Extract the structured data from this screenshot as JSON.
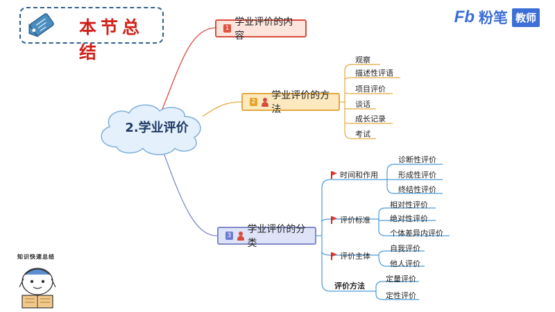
{
  "header": {
    "title": "本节总结",
    "brand_logo": "Fb",
    "brand_name": "粉笔",
    "brand_tag": "教师"
  },
  "mindmap": {
    "center": "2.学业评价",
    "branch1": {
      "number": "1",
      "label": "学业评价的内容"
    },
    "branch2": {
      "number": "2",
      "label": "学业评价的方法",
      "items": [
        "观察",
        "描述性评语",
        "项目评价",
        "谈话",
        "成长记录",
        "考试"
      ]
    },
    "branch3": {
      "number": "3",
      "label": "学业评价的分类",
      "groups": [
        {
          "label": "时间和作用",
          "items": [
            "诊断性评价",
            "形成性评价",
            "终结性评价"
          ]
        },
        {
          "label": "评价标准",
          "items": [
            "相对性评价",
            "绝对性评价",
            "个体差异内评价"
          ]
        },
        {
          "label": "评价主体",
          "items": [
            "自我评价",
            "他人评价"
          ]
        },
        {
          "label": "评价方法",
          "items": [
            "定量评价",
            "定性评价"
          ]
        }
      ]
    }
  },
  "mascot": {
    "caption": "知识快速总结"
  },
  "colors": {
    "title_red": "#d02018",
    "brand_blue": "#3c6fd8",
    "branch1": "#d84a3c",
    "branch2": "#e3a73c",
    "branch3": "#8088c8"
  }
}
